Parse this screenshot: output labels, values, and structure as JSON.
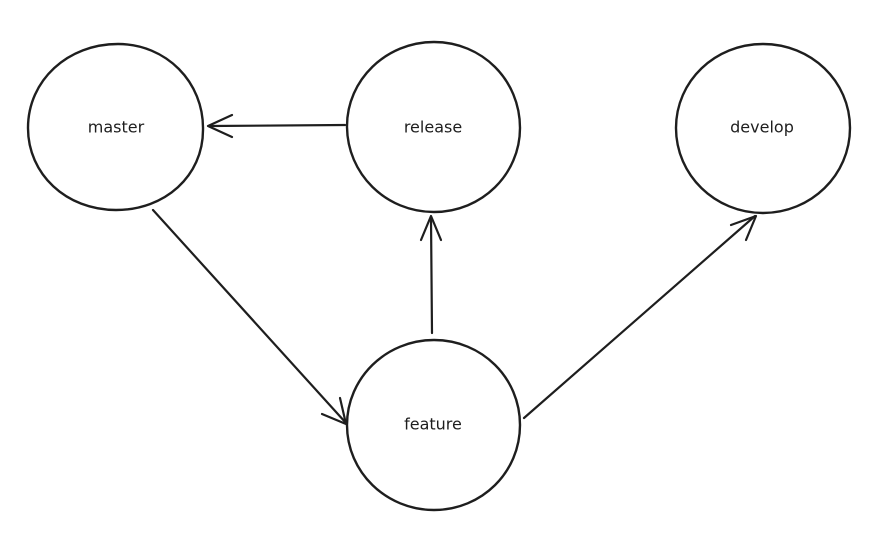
{
  "diagram": {
    "nodes": [
      {
        "id": "master",
        "label": "master"
      },
      {
        "id": "release",
        "label": "release"
      },
      {
        "id": "develop",
        "label": "develop"
      },
      {
        "id": "feature",
        "label": "feature"
      }
    ],
    "edges": [
      {
        "from": "release",
        "to": "master"
      },
      {
        "from": "master",
        "to": "feature"
      },
      {
        "from": "feature",
        "to": "release"
      },
      {
        "from": "feature",
        "to": "develop"
      }
    ],
    "stroke_color": "#1e1e1e",
    "background_color": "#ffffff"
  }
}
